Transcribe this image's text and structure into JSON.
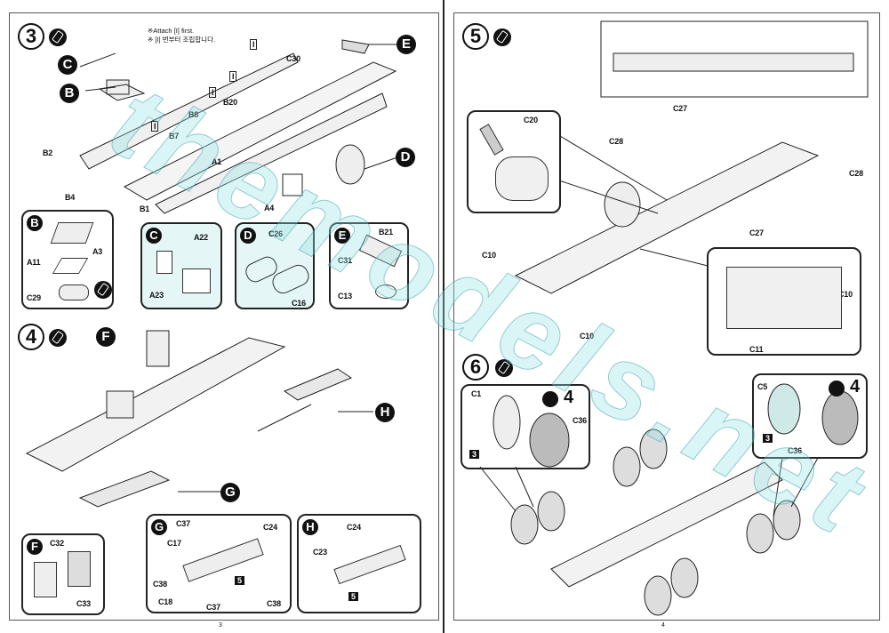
{
  "watermark": "themodels.net",
  "left_page": {
    "page_number": "3",
    "step3": {
      "number": "3",
      "note_en": "※Attach [I] first.",
      "note_kr": "※ [I] 번부터 조립합니다.",
      "part_labels": [
        "C30",
        "B20",
        "B8",
        "B7",
        "B2",
        "A1",
        "B4",
        "B1",
        "A4",
        "I",
        "I",
        "I",
        "I"
      ],
      "callouts": [
        "C",
        "B",
        "E",
        "D"
      ],
      "subassemblies": [
        {
          "letter": "B",
          "parts": [
            "A3",
            "A11",
            "C29"
          ]
        },
        {
          "letter": "C",
          "parts": [
            "A22",
            "A23"
          ]
        },
        {
          "letter": "D",
          "parts": [
            "C26",
            "C16"
          ]
        },
        {
          "letter": "E",
          "parts": [
            "B21",
            "C31",
            "C13"
          ]
        }
      ]
    },
    "step4": {
      "number": "4",
      "callouts": [
        "F",
        "H",
        "G"
      ],
      "subassemblies": [
        {
          "letter": "F",
          "parts": [
            "C32",
            "C33"
          ]
        },
        {
          "letter": "G",
          "parts": [
            "C37",
            "C24",
            "C17",
            "C38",
            "C18",
            "C37",
            "C38"
          ],
          "marker": "5"
        },
        {
          "letter": "H",
          "parts": [
            "C24",
            "C23"
          ],
          "marker": "5"
        }
      ]
    }
  },
  "right_page": {
    "page_number": "4",
    "step5": {
      "number": "5",
      "part_labels": [
        "C27",
        "C20",
        "C28",
        "C28",
        "C27",
        "C10",
        "C10",
        "C10",
        "C11"
      ]
    },
    "step6": {
      "number": "6",
      "left_wheel": {
        "parts": [
          "C1",
          "C36"
        ],
        "quantity": "4",
        "marker": "3"
      },
      "right_wheel": {
        "parts": [
          "C5",
          "C36"
        ],
        "quantity": "4",
        "marker": "3"
      }
    }
  }
}
